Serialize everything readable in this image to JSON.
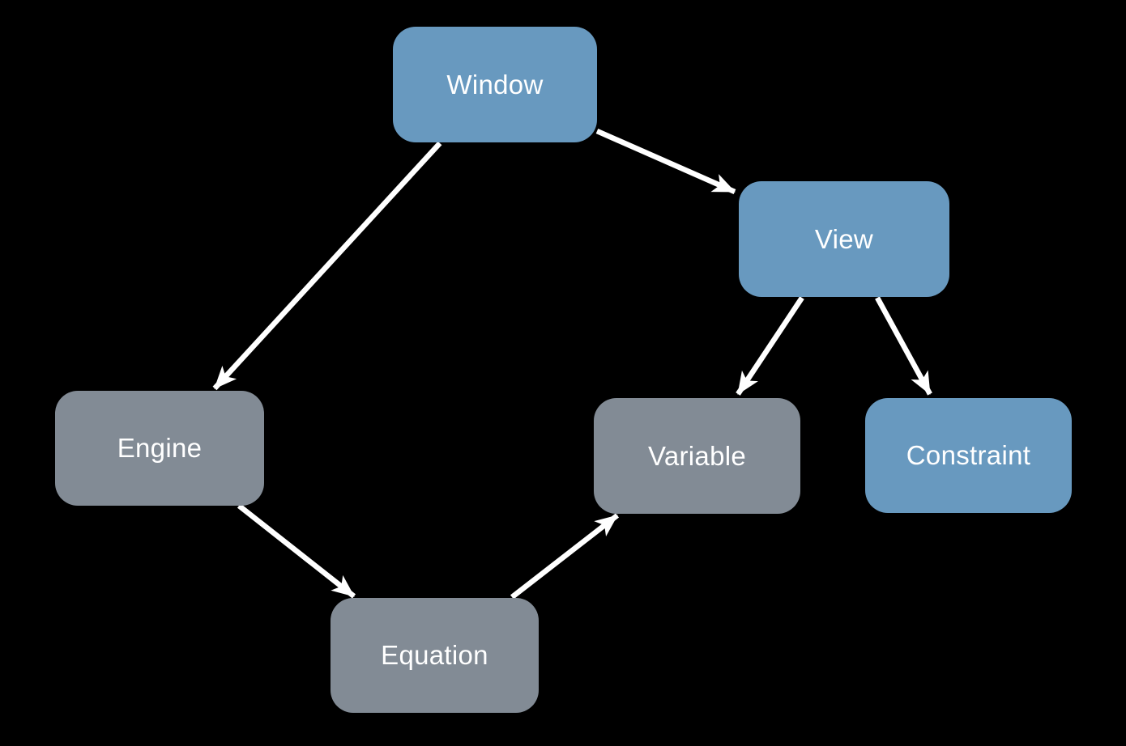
{
  "diagram": {
    "background_color": "#000000",
    "arrow_color": "#FFFFFF",
    "node_colors": {
      "blue": "#6899BF",
      "gray": "#828B95"
    },
    "text_color": "#FFFFFF",
    "nodes": [
      {
        "id": "window",
        "label": "Window",
        "variant": "blue"
      },
      {
        "id": "view",
        "label": "View",
        "variant": "blue"
      },
      {
        "id": "engine",
        "label": "Engine",
        "variant": "gray"
      },
      {
        "id": "variable",
        "label": "Variable",
        "variant": "gray"
      },
      {
        "id": "constraint",
        "label": "Constraint",
        "variant": "blue"
      },
      {
        "id": "equation",
        "label": "Equation",
        "variant": "gray"
      }
    ],
    "edges": [
      {
        "from": "Window",
        "to": "Engine"
      },
      {
        "from": "Window",
        "to": "View"
      },
      {
        "from": "View",
        "to": "Variable"
      },
      {
        "from": "View",
        "to": "Constraint"
      },
      {
        "from": "Engine",
        "to": "Equation"
      },
      {
        "from": "Equation",
        "to": "Variable"
      }
    ]
  }
}
